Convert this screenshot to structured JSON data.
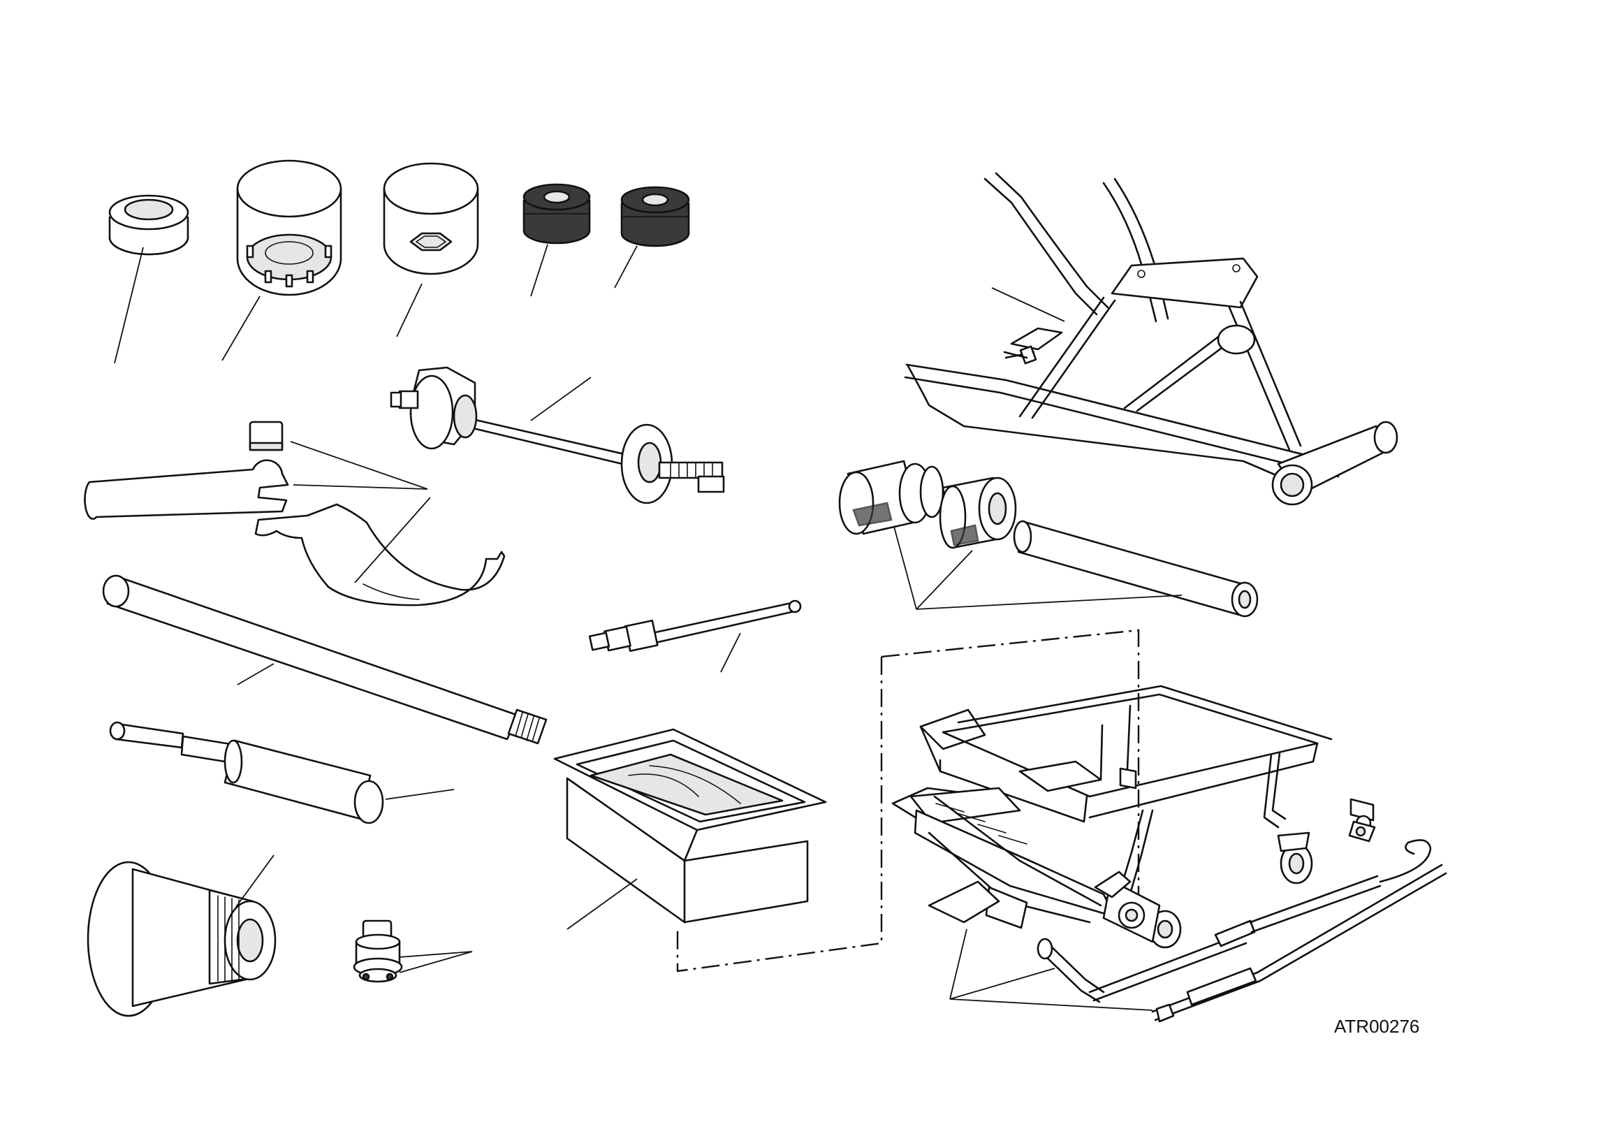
{
  "drawing_code": "ATR00276",
  "colors": {
    "line": "#111111",
    "paper": "#ffffff",
    "rubber": "#3a3a3a"
  },
  "parts": [
    "seal-driver",
    "castellated-socket",
    "hex-socket",
    "rubber-bushing-a",
    "rubber-bushing-b",
    "bearing-puller-shaft",
    "pin-spanner-set",
    "drift-rod",
    "adapter-hose-fitting",
    "stepped-drift",
    "oil-drain-pan",
    "threaded-flange-adapter",
    "valve-plug",
    "front-paddock-stand",
    "bearing-installer-set",
    "scissor-lift-jack",
    "jack-handle"
  ]
}
